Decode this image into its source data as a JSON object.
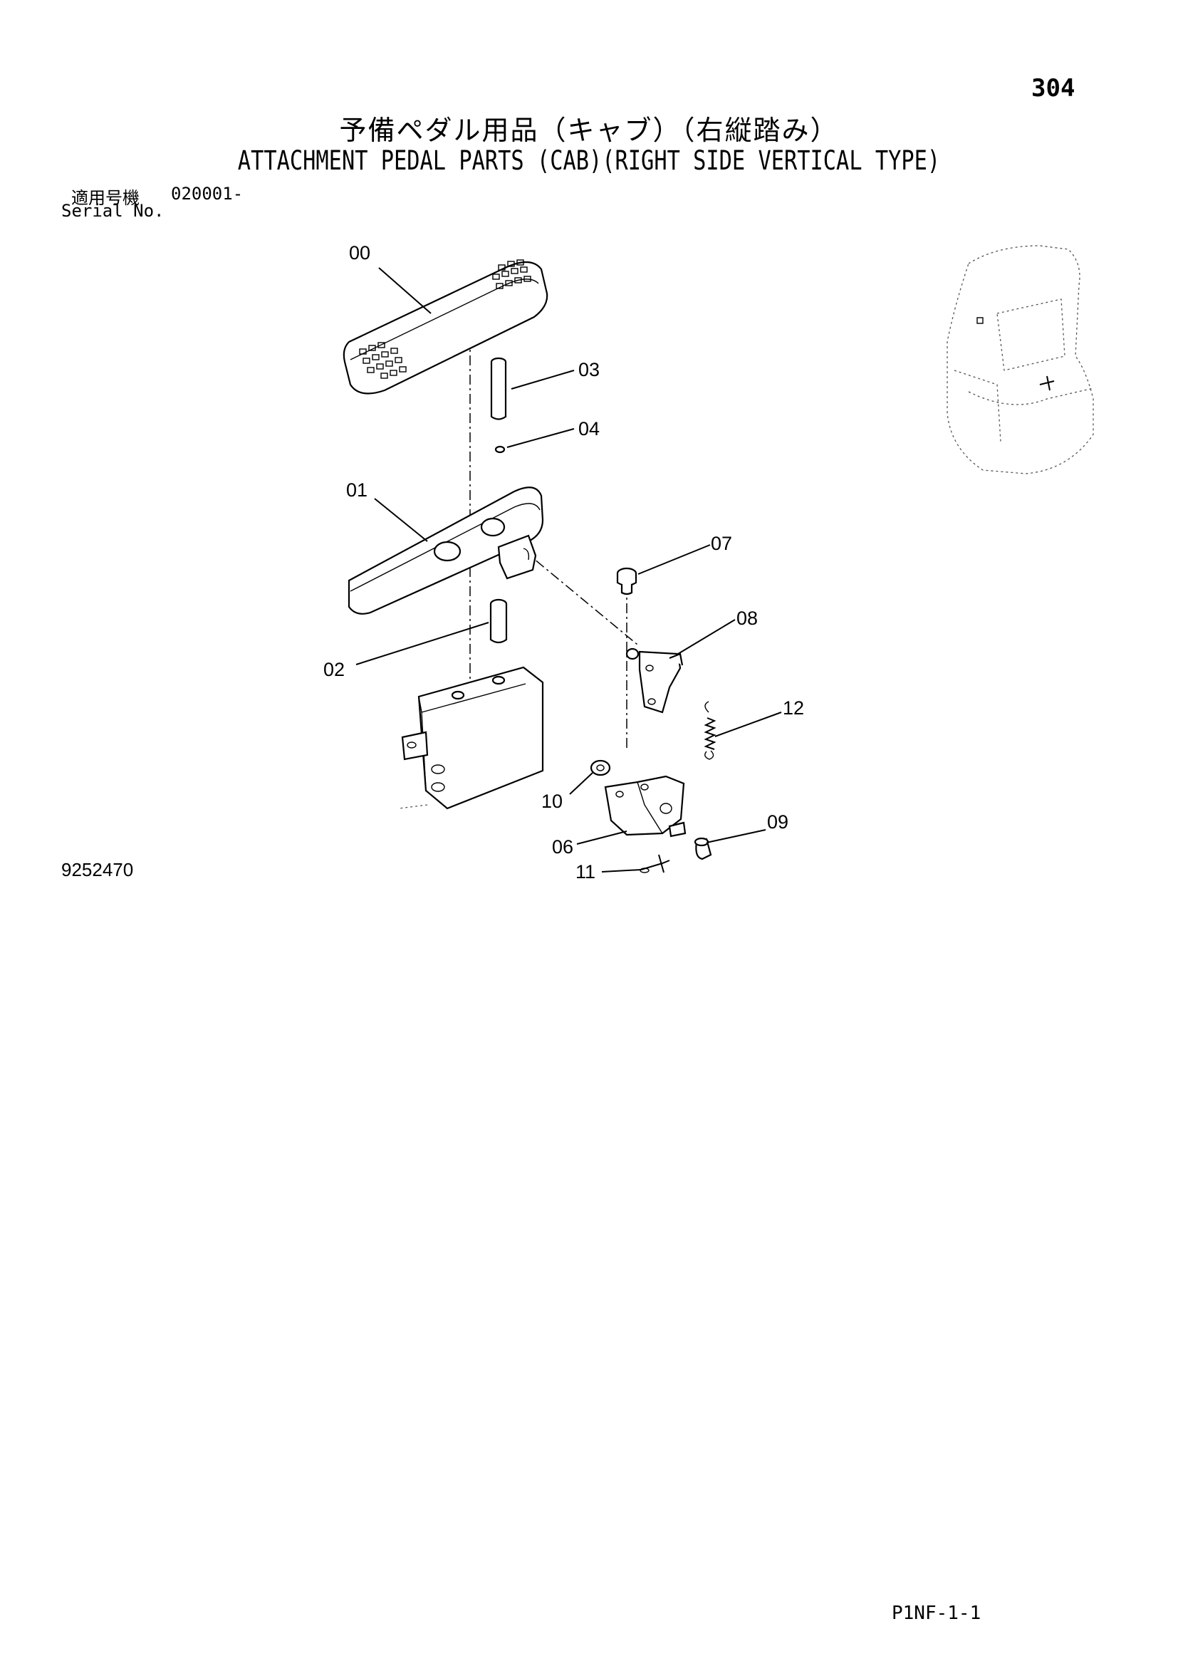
{
  "page": {
    "number": "304",
    "title_jp": "予備ペダル用品（キャブ）（右縦踏み）",
    "title_en": "ATTACHMENT PEDAL PARTS (CAB)(RIGHT SIDE VERTICAL TYPE)",
    "serial_label_jp": "適用号機",
    "serial_value": "020001-",
    "serial_label_en": "Serial No.",
    "drawing_number": "9252470",
    "page_code": "P1NF-1-1"
  },
  "callouts": {
    "c00": "00",
    "c01": "01",
    "c02": "02",
    "c03": "03",
    "c04": "04",
    "c06": "06",
    "c07": "07",
    "c08": "08",
    "c09": "09",
    "c10": "10",
    "c11": "11",
    "c12": "12"
  }
}
